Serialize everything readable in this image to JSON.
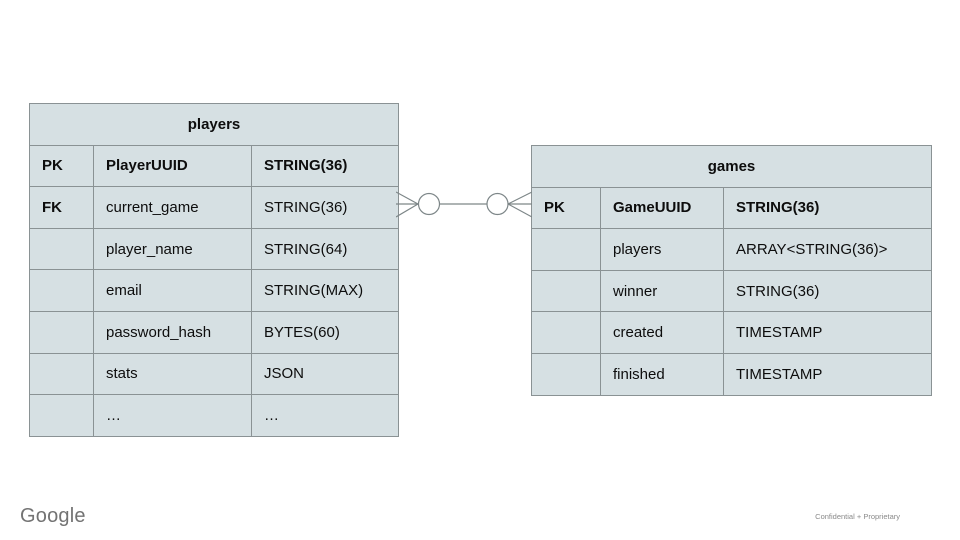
{
  "slide": {
    "background": "#ffffff"
  },
  "colors": {
    "table_fill": "#d6e0e3",
    "table_border": "#8a9294",
    "connector_line": "#7d8688",
    "text": "#0d0d0d",
    "footer_text": "#737373"
  },
  "tables": {
    "players": {
      "title": "players",
      "rows": [
        {
          "key": "PK",
          "name": "PlayerUUID",
          "type": "STRING(36)"
        },
        {
          "key": "FK",
          "name": "current_game",
          "type": "STRING(36)"
        },
        {
          "key": "",
          "name": "player_name",
          "type": "STRING(64)"
        },
        {
          "key": "",
          "name": "email",
          "type": "STRING(MAX)"
        },
        {
          "key": "",
          "name": "password_hash",
          "type": "BYTES(60)"
        },
        {
          "key": "",
          "name": "stats",
          "type": "JSON"
        },
        {
          "key": "",
          "name": "…",
          "type": "…"
        }
      ]
    },
    "games": {
      "title": "games",
      "rows": [
        {
          "key": "PK",
          "name": "GameUUID",
          "type": "STRING(36)"
        },
        {
          "key": "",
          "name": "players",
          "type": "ARRAY<STRING(36)>"
        },
        {
          "key": "",
          "name": "winner",
          "type": "STRING(36)"
        },
        {
          "key": "",
          "name": "created",
          "type": "TIMESTAMP"
        },
        {
          "key": "",
          "name": "finished",
          "type": "TIMESTAMP"
        }
      ]
    }
  },
  "relationship": {
    "notation": "many-optional to many-optional (crow's foot with circles)"
  },
  "footer": {
    "logo": "Google",
    "note": "Confidential + Proprietary"
  }
}
